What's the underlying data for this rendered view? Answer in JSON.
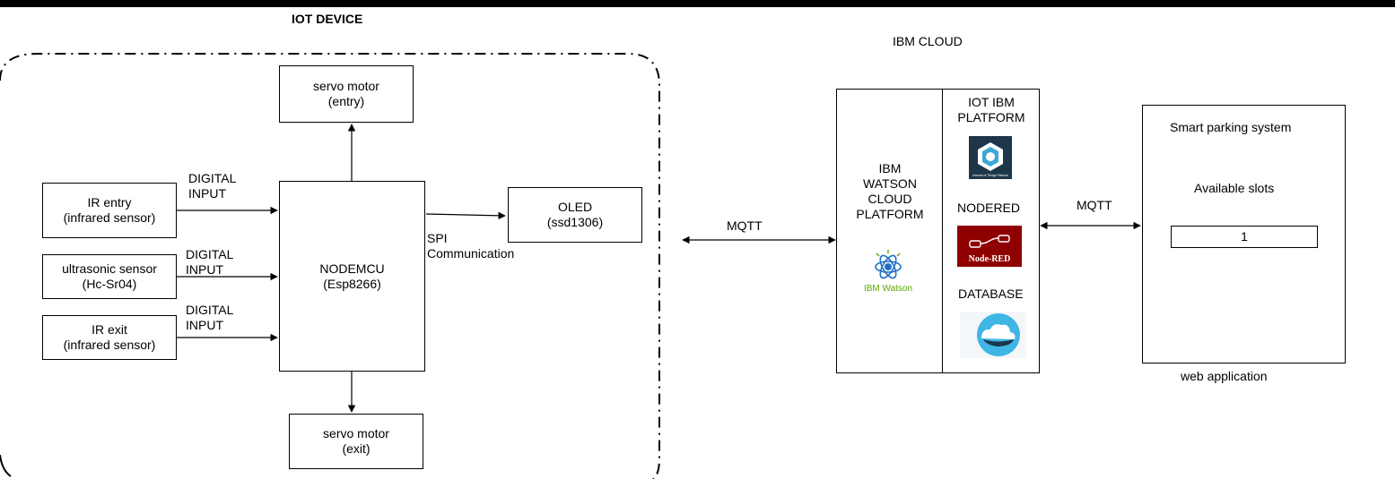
{
  "groups": {
    "iot_device_title": "IOT DEVICE",
    "ibm_cloud_title": "IBM CLOUD"
  },
  "nodes": {
    "servo_entry": [
      "servo motor",
      "(entry)"
    ],
    "servo_exit": [
      "servo motor",
      "(exit)"
    ],
    "ir_entry": [
      "IR entry",
      "(infrared sensor)"
    ],
    "ultrasonic": [
      "ultrasonic sensor",
      "(Hc-Sr04)"
    ],
    "ir_exit": [
      "IR exit",
      "(infrared sensor)"
    ],
    "nodemcu": [
      "NODEMCU",
      "(Esp8266)"
    ],
    "oled": [
      "OLED",
      "(ssd1306)"
    ]
  },
  "edge_labels": {
    "digital_input_1": [
      "DIGITAL",
      "INPUT"
    ],
    "digital_input_2": [
      "DIGITAL",
      "INPUT"
    ],
    "digital_input_3": [
      "DIGITAL",
      "INPUT"
    ],
    "spi": [
      "SPI",
      "Communication"
    ],
    "mqtt_left": "MQTT",
    "mqtt_right": "MQTT"
  },
  "cloud": {
    "watson_platform": [
      "IBM",
      "WATSON",
      "CLOUD",
      "PLATFORM"
    ],
    "iot_platform": [
      "IOT IBM",
      "PLATFORM"
    ],
    "nodered": "NODERED",
    "database": "DATABASE",
    "watson_logo_text": "IBM Watson",
    "nodered_logo_text": "Node-RED",
    "iot_logo_text": "Internet of Things Platform",
    "icons": {
      "iot": "iot-platform-icon",
      "nodered": "node-red-icon",
      "watson": "ibm-watson-icon",
      "database": "cloud-database-icon"
    }
  },
  "web_app": {
    "title": "Smart parking system",
    "slots_label": "Available slots",
    "slots_value": "1",
    "caption": "web application"
  },
  "colors": {
    "line": "#000000",
    "nodered_red": "#8f0000",
    "watson_blue": "#1f70c1",
    "watson_green": "#5aa700",
    "iot_dark": "#1d3649",
    "db_cyan": "#3fb6e4"
  }
}
